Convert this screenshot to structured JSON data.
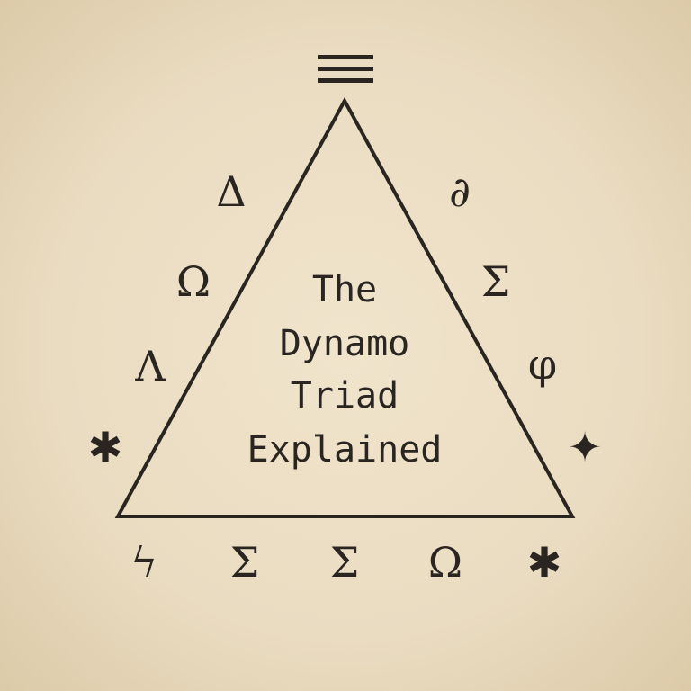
{
  "title_lines": [
    "The",
    "Dynamo",
    "Triad",
    "Explained"
  ],
  "apex_symbol": "≡",
  "left_symbols": [
    "Δ",
    "Ω",
    "Λ",
    "✱"
  ],
  "right_symbols": [
    "∂",
    "Σ",
    "φ",
    "✦"
  ],
  "bottom_symbols": [
    "ϟ",
    "Σ",
    "Σ",
    "Ω",
    "✱"
  ],
  "colors": {
    "ink": "#2a2520",
    "paper": "#ecdfc6"
  }
}
